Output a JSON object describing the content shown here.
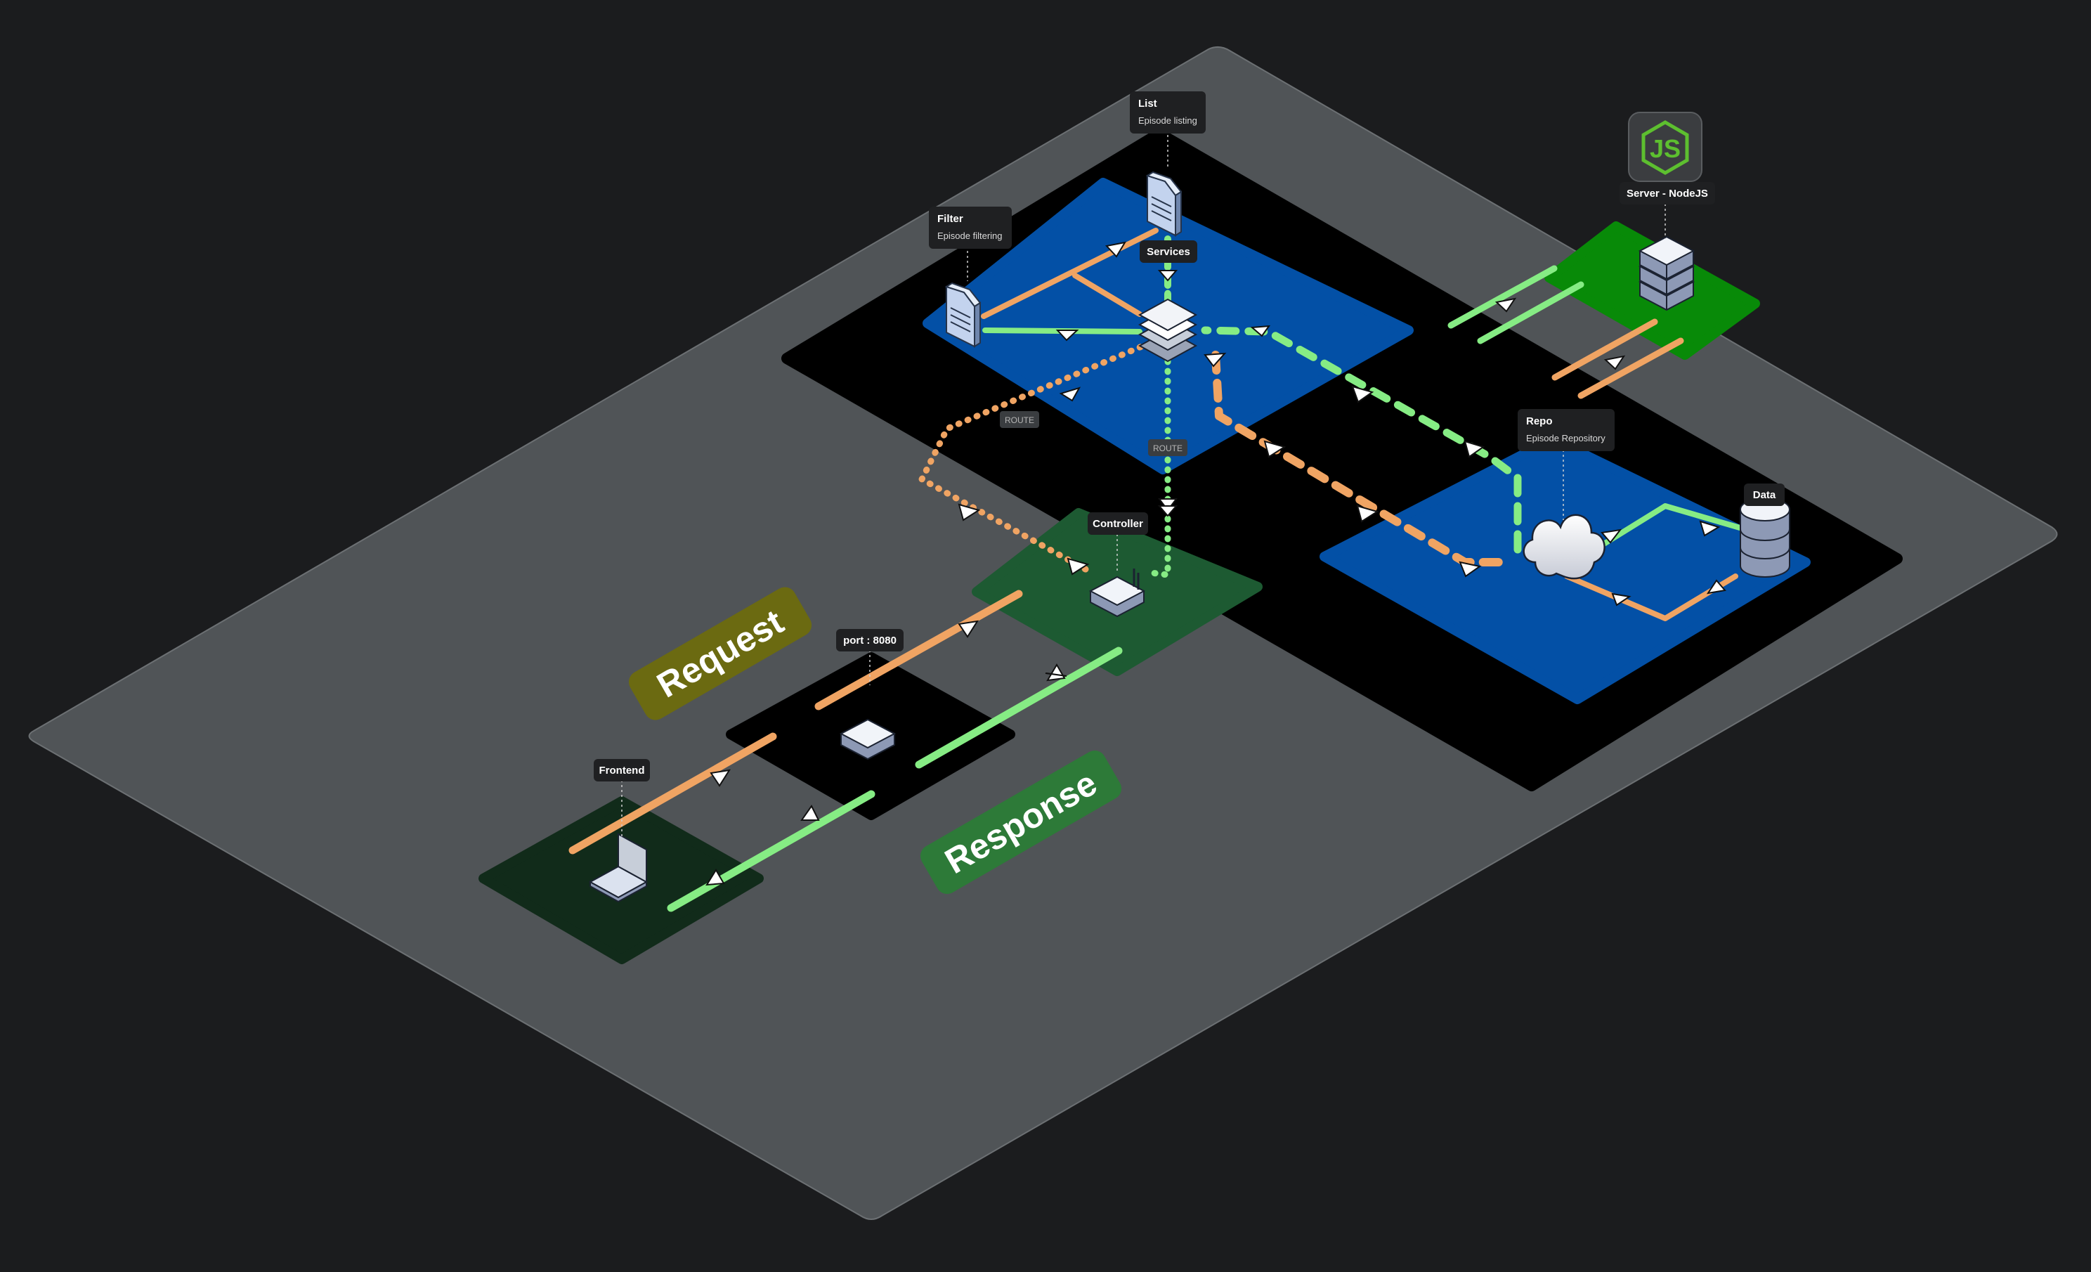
{
  "nodes": {
    "list": {
      "title": "List",
      "subtitle": "Episode listing"
    },
    "filter": {
      "title": "Filter",
      "subtitle": "Episode filtering"
    },
    "services": {
      "title": "Services"
    },
    "server": {
      "title": "Server - NodeJS"
    },
    "repo": {
      "title": "Repo",
      "subtitle": "Episode Repository"
    },
    "data": {
      "title": "Data"
    },
    "controller": {
      "title": "Controller"
    },
    "port": {
      "title": "port : 8080"
    },
    "frontend": {
      "title": "Frontend"
    }
  },
  "routes": {
    "left": "ROUTE",
    "center": "ROUTE"
  },
  "bands": {
    "request": "Request",
    "response": "Response"
  },
  "icons": {
    "nodejs": "nodejs-logo-icon",
    "document": "document-icon",
    "stack": "stack-icon",
    "server": "server-icon",
    "cloud": "cloud-icon",
    "database": "database-icon",
    "router": "router-icon",
    "switch": "switch-icon",
    "laptop": "laptop-icon"
  },
  "colors": {
    "background": "#1b1c1e",
    "platform": "#505457",
    "black_zone": "#000000",
    "blue_zone": "#0350a6",
    "green_zone": "#088a08",
    "dark_green_zone": "#1d5a32",
    "darkest_green_zone": "#112b1a",
    "request_arrow": "#f0a463",
    "response_arrow": "#86ec84",
    "request_label_bg": "#6b6a11",
    "response_label_bg": "#2d7a38"
  }
}
